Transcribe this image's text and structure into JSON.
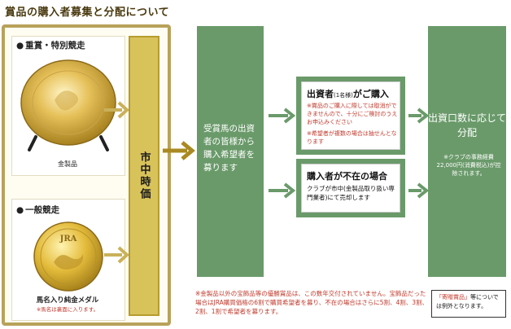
{
  "header": {
    "title": "賞品の購入者募集と分配について"
  },
  "left": {
    "section1_label": "重賞・特別競走",
    "section1_caption": "金製品",
    "section2_label": "一般競走",
    "section2_caption": "馬名入り純金メダル",
    "section2_note": "※馬名は裏面に入ります。",
    "medal_text": "JRA"
  },
  "market": {
    "label": "市中時価"
  },
  "owners_panel": {
    "text": "受賞馬の出資者の皆様から購入希望者を募ります"
  },
  "investor_card": {
    "title_main": "出資者",
    "title_small": "(1名様)",
    "title_tail": "がご購入",
    "note1": "※賞品のご購入に際しては取消ができませんので、十分にご検討のうえお申込みください",
    "note2": "※希望者が複数の場合は抽せんとなります"
  },
  "absent_card": {
    "title": "購入者が不在の場合",
    "text": "クラブが市中(金製品取り扱い専門業者)にて売却します"
  },
  "distribution_panel": {
    "title": "出資口数に応じて分配",
    "note": "※クラブの事務経費22,000円(消費税込)が控除されます。"
  },
  "footnote": {
    "text": "※金製品以外の宝飾品等の優勝賞品は、この数年交付されていません。宝飾品だった場合はJRA購買価格の6割で購買希望者を募り、不在の場合はさらに5割、4割、3割、2割、1割で希望者を募ります。"
  },
  "donation": {
    "bracket_term": "「寄贈賞品」",
    "text": "等についでは例外となります。"
  },
  "colors": {
    "gold_border": "#b8a25a",
    "market_fill": "#d8c25a",
    "green": "#6a9a6a",
    "note_red": "#c0392b"
  }
}
